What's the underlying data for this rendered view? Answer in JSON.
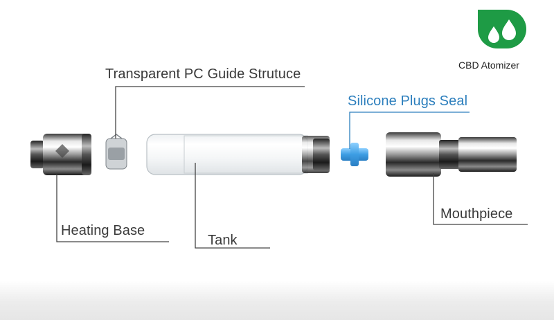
{
  "diagram": {
    "parts": [
      {
        "id": "heating-base",
        "label": "Heating Base"
      },
      {
        "id": "pc-guide",
        "label": "Transparent PC Guide Strutuce"
      },
      {
        "id": "tank",
        "label": "Tank"
      },
      {
        "id": "silicone-plug",
        "label": "Silicone Plugs Seal"
      },
      {
        "id": "mouthpiece",
        "label": "Mouthpiece"
      }
    ]
  },
  "brand": {
    "badge_text": "CBD Atomizer",
    "badge_color": "#1e9b45",
    "icon": "water-drops-icon"
  },
  "colors": {
    "silicone": "#4aa6e6",
    "silicone_label": "#2d7fbd",
    "label_text": "#3a3a3a",
    "leader_line": "#444444"
  }
}
